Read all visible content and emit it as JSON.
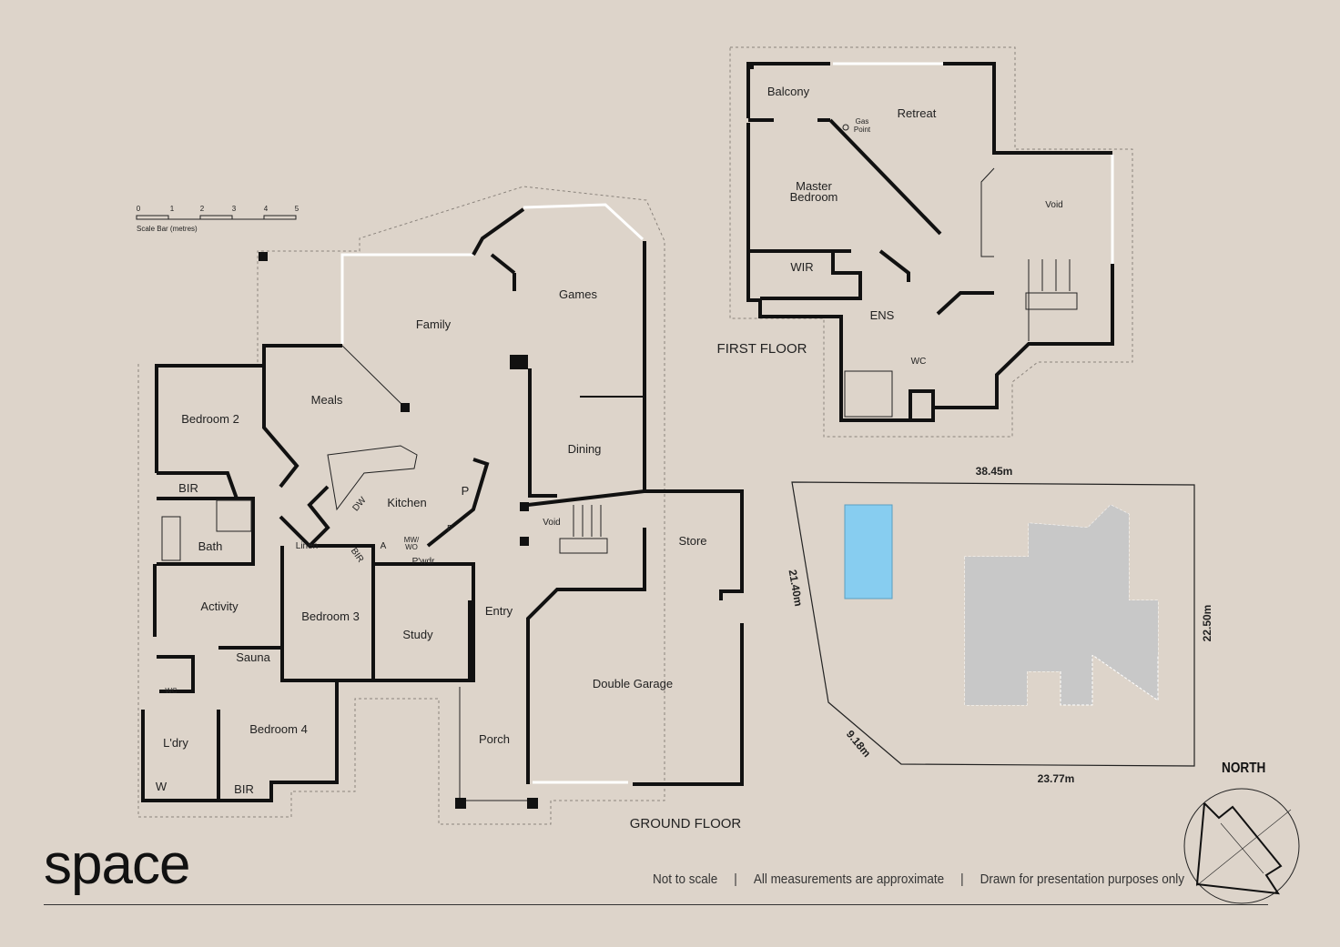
{
  "brand": "space",
  "disclaimer": [
    "Not to scale",
    "All measurements are approximate",
    "Drawn for presentation purposes only"
  ],
  "separator": "|",
  "north_label": "NORTH",
  "scale_bar": {
    "ticks": [
      "0",
      "1",
      "2",
      "3",
      "4",
      "5"
    ],
    "label": "Scale Bar (metres)"
  },
  "ground_floor": {
    "title": "GROUND FLOOR",
    "rooms": {
      "games": "Games",
      "family": "Family",
      "meals": "Meals",
      "bedroom2": "Bedroom 2",
      "bir1": "BIR",
      "bath": "Bath",
      "activity": "Activity",
      "kitchen": "Kitchen",
      "dw": "DW",
      "p": "P",
      "f": "F",
      "a": "A",
      "mwwo": "MW/",
      "mwwo2": "WO",
      "pwdr": "P'wdr",
      "linen": "Linen",
      "bir2": "BIR",
      "dining": "Dining",
      "void": "Void",
      "store": "Store",
      "bedroom3": "Bedroom 3",
      "study": "Study",
      "entry": "Entry",
      "sauna": "Sauna",
      "wc": "WC",
      "ldry": "L'dry",
      "w": "W",
      "bedroom4": "Bedroom 4",
      "bir3": "BIR",
      "porch": "Porch",
      "garage": "Double Garage"
    }
  },
  "first_floor": {
    "title": "FIRST FLOOR",
    "rooms": {
      "balcony": "Balcony",
      "retreat": "Retreat",
      "gas1": "Gas",
      "gas2": "Point",
      "master1": "Master",
      "master2": "Bedroom",
      "void": "Void",
      "wir": "WIR",
      "ens": "ENS",
      "wc": "WC"
    }
  },
  "site_plan": {
    "top": "38.45m",
    "left": "21.40m",
    "right": "22.50m",
    "bottom": "23.77m",
    "diag": "9.18m",
    "pool_color": "#87cdf0",
    "house_color": "#c8c8c8"
  }
}
